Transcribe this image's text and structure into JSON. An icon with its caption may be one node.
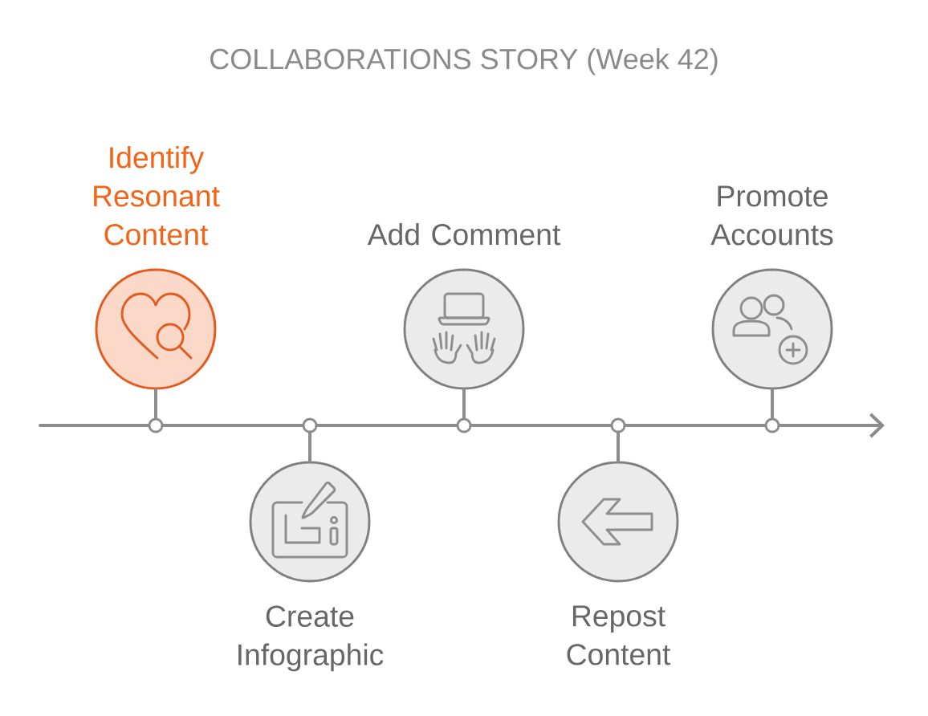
{
  "diagram": {
    "title": "COLLABORATIONS STORY (Week 42)",
    "nodes": [
      {
        "text": [
          "Identify Resonant Content"
        ]
      },
      {
        "text": [
          "Create Infographic"
        ]
      },
      {
        "text": [
          "Add Comment"
        ]
      },
      {
        "text": [
          "Repost Content"
        ]
      },
      {
        "text": [
          "Promote Accounts"
        ]
      },
      {
        "text": [],
        "shape": "circle"
      },
      {
        "text": [],
        "shape": "circle"
      },
      {
        "text": [],
        "shape": "circle"
      },
      {
        "text": [],
        "shape": "circle"
      },
      {
        "text": [],
        "shape": "circle"
      }
    ],
    "edges": [
      {
        "from": null,
        "to": 5,
        "arrow": "none"
      },
      {
        "from": 5,
        "to": 6,
        "arrow": "none"
      },
      {
        "from": 6,
        "to": 7,
        "arrow": "none"
      },
      {
        "from": 7,
        "to": 8,
        "arrow": "none"
      },
      {
        "from": 8,
        "to": 9,
        "arrow": "none"
      },
      {
        "from": 9,
        "to": null,
        "arrow": "to"
      },
      {
        "from": 0,
        "to": 5,
        "arrow": "none"
      },
      {
        "from": 1,
        "to": 6,
        "arrow": "none"
      },
      {
        "from": 2,
        "to": 7,
        "arrow": "none"
      },
      {
        "from": 3,
        "to": 8,
        "arrow": "none"
      },
      {
        "from": 4,
        "to": 9,
        "arrow": "none"
      }
    ]
  }
}
